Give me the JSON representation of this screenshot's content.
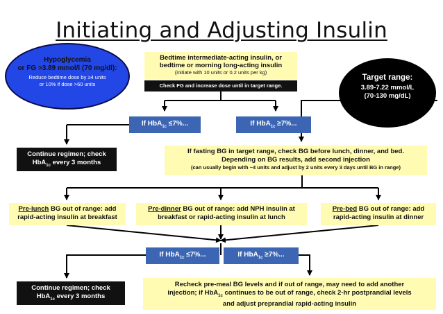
{
  "title": "Initiating and Adjusting Insulin",
  "hypoglycemia": {
    "line1": "Hypoglycemia",
    "line2": "or FG >3.89 mmol/l (70 mg/dl):",
    "line3": "Reduce bedtime dose by ≥4 units",
    "line4": "or 10% if dose >60 units"
  },
  "target_range": {
    "line1": "Target range:",
    "line2": "3.89-7.22 mmol/L",
    "line3": "(70-130 mg/dL)"
  },
  "start_box": {
    "line1": "Bedtime intermediate-acting insulin, or",
    "line2": "bedtime or morning long-acting insulin",
    "line3": "(initiate with 10 units or 0.2 units per kg)",
    "check": "Check FG and increase dose until in target range."
  },
  "decision1": {
    "low_prefix": "If HbA",
    "low_sub": "1c",
    "low_suffix": " ≤7%...",
    "high_prefix": "If HbA",
    "high_sub": "1c",
    "high_suffix": " ≥7%..."
  },
  "continue_box_1": {
    "line1": "Continue regimen; check",
    "line2_prefix": "HbA",
    "line2_sub": "1c",
    "line2_suffix": " every 3 months"
  },
  "fasting_box": {
    "line1": "If fasting BG in target range, check BG before lunch, dinner, and bed.",
    "line2": "Depending on BG results, add second injection",
    "line3": "(can usually begin with ~4 units and adjust by 2 units every 3 days until BG in range)"
  },
  "meal_boxes": [
    {
      "underlined": "Pre-lunch",
      "rest1": " BG out of range: add",
      "line2": "rapid-acting insulin at breakfast"
    },
    {
      "underlined": "Pre-dinner",
      "rest1": " BG out of range: add NPH insulin at",
      "line2": "breakfast or rapid-acting insulin at lunch"
    },
    {
      "underlined": "Pre-bed",
      "rest1": " BG out of range: add",
      "line2": "rapid-acting insulin at dinner"
    }
  ],
  "decision2": {
    "low_prefix": "If HbA",
    "low_sub": "1c",
    "low_suffix": " ≤7%...",
    "high_prefix": "If HbA",
    "high_sub": "1c",
    "high_suffix": " ≥7%..."
  },
  "continue_box_2": {
    "line1": "Continue regimen; check",
    "line2_prefix": "HbA",
    "line2_sub": "1c",
    "line2_suffix": " every 3 months"
  },
  "recheck_box": {
    "line1": "Recheck pre-meal BG levels and if out of range, may need to add another",
    "line2_prefix": "injection; if HbA",
    "line2_sub": "1c",
    "line2_suffix": " continues to be out of range, check 2-hr postprandial levels",
    "line3": "and adjust preprandial rapid-acting insulin"
  },
  "colors": {
    "yellow_box": "#fffbb3",
    "blue_box": "#3c66b3",
    "black_box": "#111111",
    "hypo_ellipse": "#2247e6",
    "target_ellipse": "#000000"
  }
}
